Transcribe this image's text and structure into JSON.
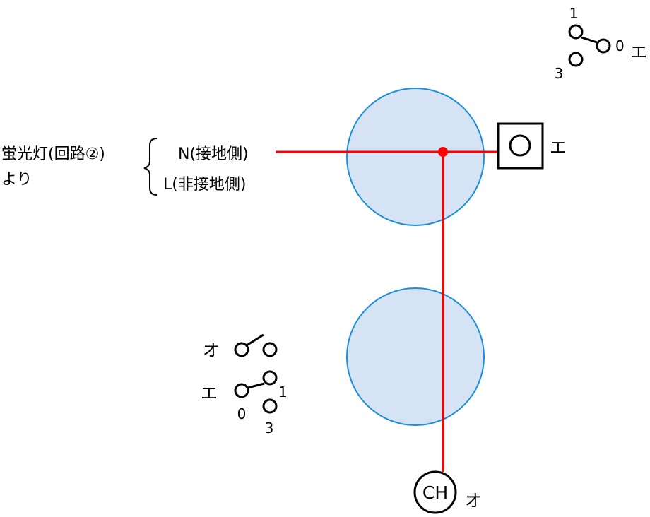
{
  "source": {
    "line1": "蛍光灯(回路②)",
    "line2": "より",
    "neutral": "N(接地側)",
    "live": "L(非接地側)"
  },
  "outlet": {
    "label": "エ"
  },
  "ch_box": {
    "text": "CH",
    "label": "オ"
  },
  "switch_3way_top": {
    "pos_1": "1",
    "pos_0": "0",
    "pos_3": "3",
    "label": "エ"
  },
  "switch_single": {
    "label": "オ"
  },
  "switch_3way_bottom": {
    "label": "エ",
    "pos_1": "1",
    "pos_0": "0",
    "pos_3": "3"
  },
  "colors": {
    "wire": "#ff0000",
    "box_fill": "#d5e3f5",
    "box_stroke": "#1a8ed8",
    "ink": "#000000"
  }
}
